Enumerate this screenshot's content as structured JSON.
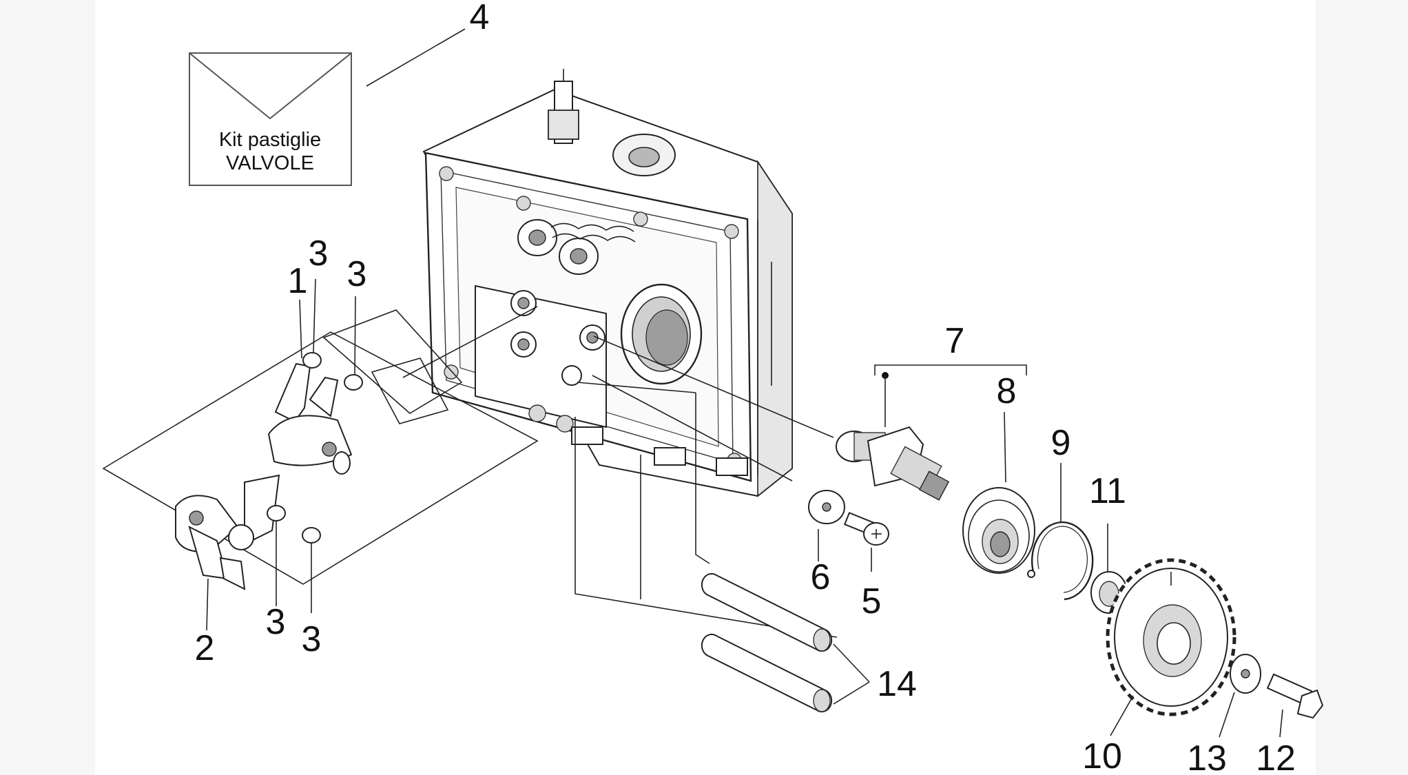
{
  "kit_box": {
    "line1": "Kit pastiglie",
    "line2": "VALVOLE"
  },
  "callouts": {
    "c1": "1",
    "c2": "2",
    "c3a": "3",
    "c3b": "3",
    "c3c": "3",
    "c3d": "3",
    "c4": "4",
    "c5": "5",
    "c6": "6",
    "c7": "7",
    "c8": "8",
    "c9": "9",
    "c10": "10",
    "c11": "11",
    "c12": "12",
    "c13": "13",
    "c14": "14"
  }
}
